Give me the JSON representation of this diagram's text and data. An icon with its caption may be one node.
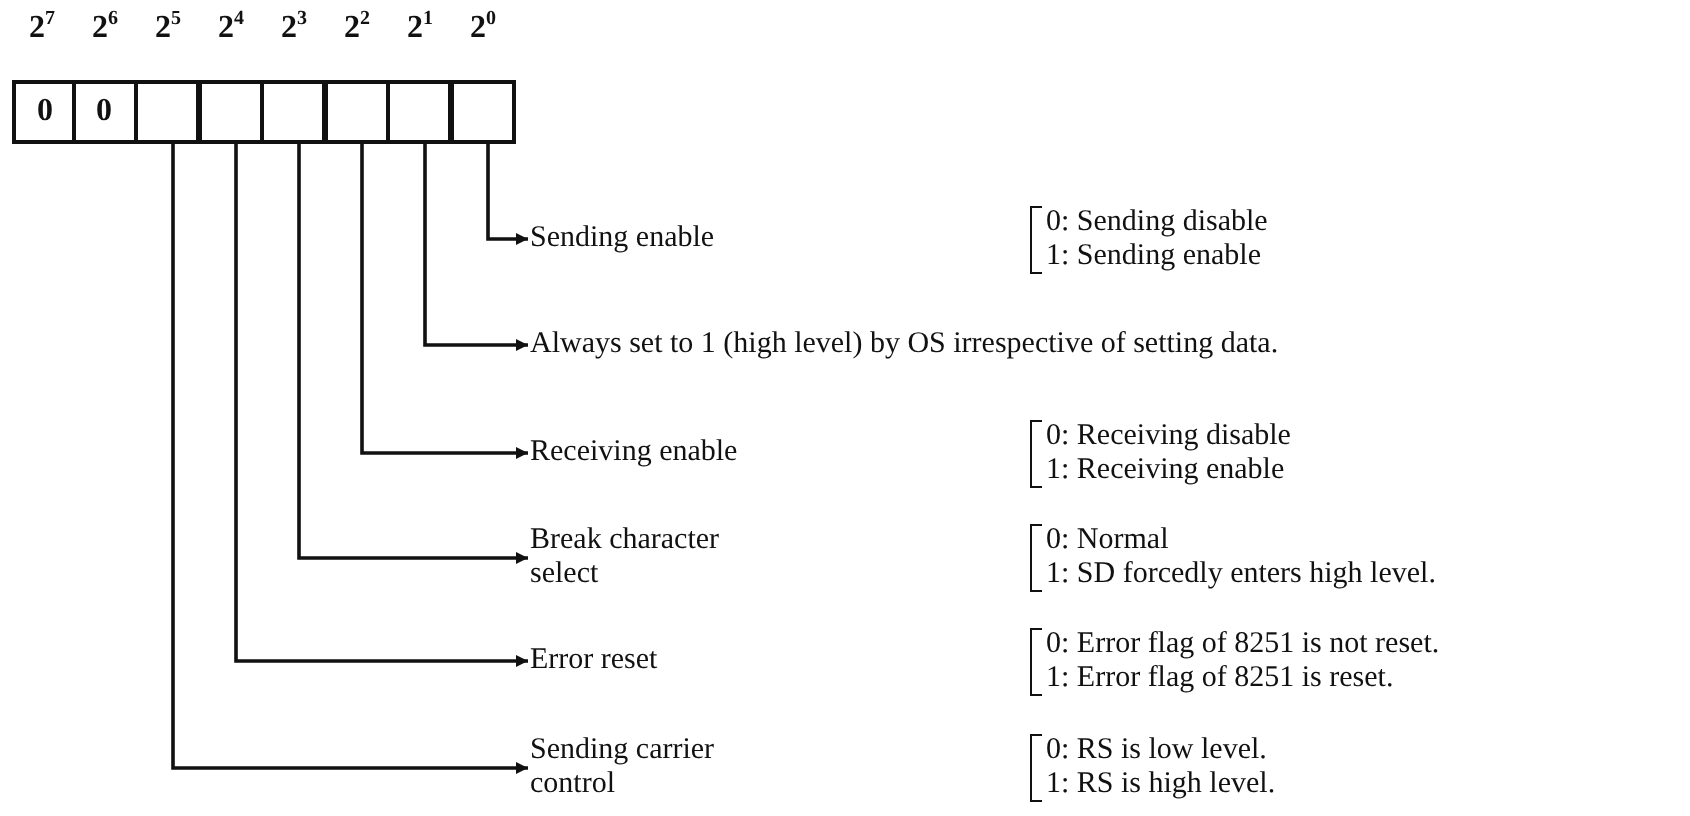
{
  "diagram": {
    "nodes": [
      {
        "text": [
          "0"
        ]
      },
      {
        "text": [
          "0"
        ]
      },
      {
        "text": [],
        "shape": "box"
      },
      {
        "text": [],
        "shape": "box"
      },
      {
        "text": [],
        "shape": "box"
      },
      {
        "text": [],
        "shape": "box"
      },
      {
        "text": [],
        "shape": "box"
      },
      {
        "text": [],
        "shape": "box"
      },
      {
        "text": [
          "Sending enable"
        ],
        "beside": [
          "0: Sending disable",
          "1: Sending enable"
        ]
      },
      {
        "text": [
          "Always set to 1 (high level) by OS irrespective of setting data."
        ]
      },
      {
        "text": [
          "Receiving enable"
        ],
        "beside": [
          "0: Receiving disable",
          "1: Receiving enable"
        ]
      },
      {
        "text": [
          "Break character select"
        ],
        "beside": [
          "0: Normal",
          "1: SD forcedly enters high level."
        ]
      },
      {
        "text": [
          "Error reset"
        ],
        "beside": [
          "0: Error flag of 8251 is not reset.",
          "1: Error flag of 8251 is reset."
        ]
      },
      {
        "text": [
          "Sending carrier control"
        ],
        "beside": [
          "0: RS is low level.",
          "1: RS is high level."
        ]
      }
    ],
    "edges": [
      {
        "from": 7,
        "to": 8,
        "arrow": "to"
      },
      {
        "from": 6,
        "to": 9,
        "arrow": "to"
      },
      {
        "from": 5,
        "to": 10,
        "arrow": "to"
      },
      {
        "from": 4,
        "to": 11,
        "arrow": "to"
      },
      {
        "from": 3,
        "to": 12,
        "arrow": "to"
      },
      {
        "from": 2,
        "to": 13,
        "arrow": "to"
      }
    ],
    "labels": [
      "2$^{7}$",
      "2$^{6}$",
      "2$^{5}$",
      "2$^{4}$",
      "2$^{3}$",
      "2$^{2}$",
      "2$^{1}$",
      "2$^{0}$"
    ]
  }
}
